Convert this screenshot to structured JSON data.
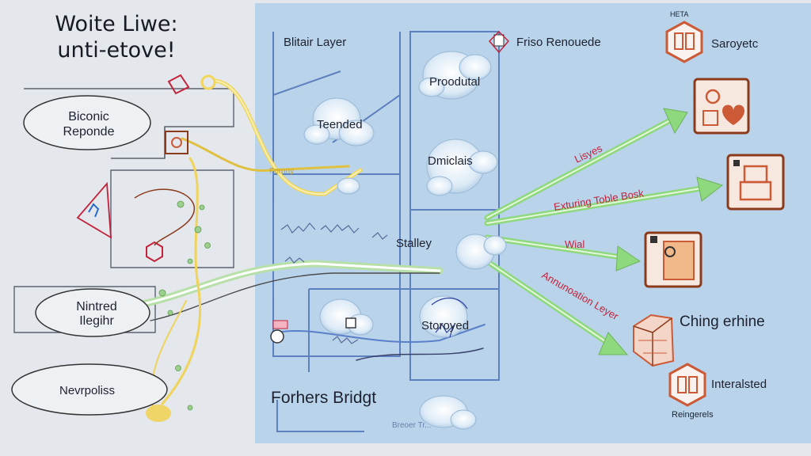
{
  "title": {
    "line1": "Woite Liwe:",
    "line2": "unti-etove!"
  },
  "left_nodes": {
    "biconic_line1": "Biconic",
    "biconic_line2": "Reponde",
    "nintred_line1": "Nintred",
    "nintred_line2": "Ilegihr",
    "nevrpoliss": "Nevrpoliss",
    "small_tag": "Fornny"
  },
  "panel": {
    "blitair_layer": "Blitair Layer",
    "friso_renouede": "Friso Renouede",
    "proodutal": "Proodutal",
    "teended": "Teended",
    "dmiclais": "Dmiclais",
    "stalley": "Stalley",
    "storoyed": "Storoyed",
    "forhers_bridgt": "Forhers Bridgt",
    "bottom_caption": "Breoer Tr..."
  },
  "arrow_labels": {
    "lisyes": "Lisyes",
    "exturing": "Exturing Toble Bosk",
    "wial": "Wial",
    "annunation": "Annunoation Leyer"
  },
  "right_nodes": {
    "saroyetc": "Saroyetc",
    "heta": "HETA",
    "ching_erhine": "Ching erhine",
    "interalsted": "Interalsted",
    "bottom_tag": "Reingerels"
  },
  "colors": {
    "panel": "#b9d4ea",
    "arrow_green": "#8ed87d",
    "label_red": "#c4223b",
    "icon_orange": "#cc5a37",
    "outline_brown": "#8b3a1c",
    "line_yellow": "#f2d65a"
  }
}
